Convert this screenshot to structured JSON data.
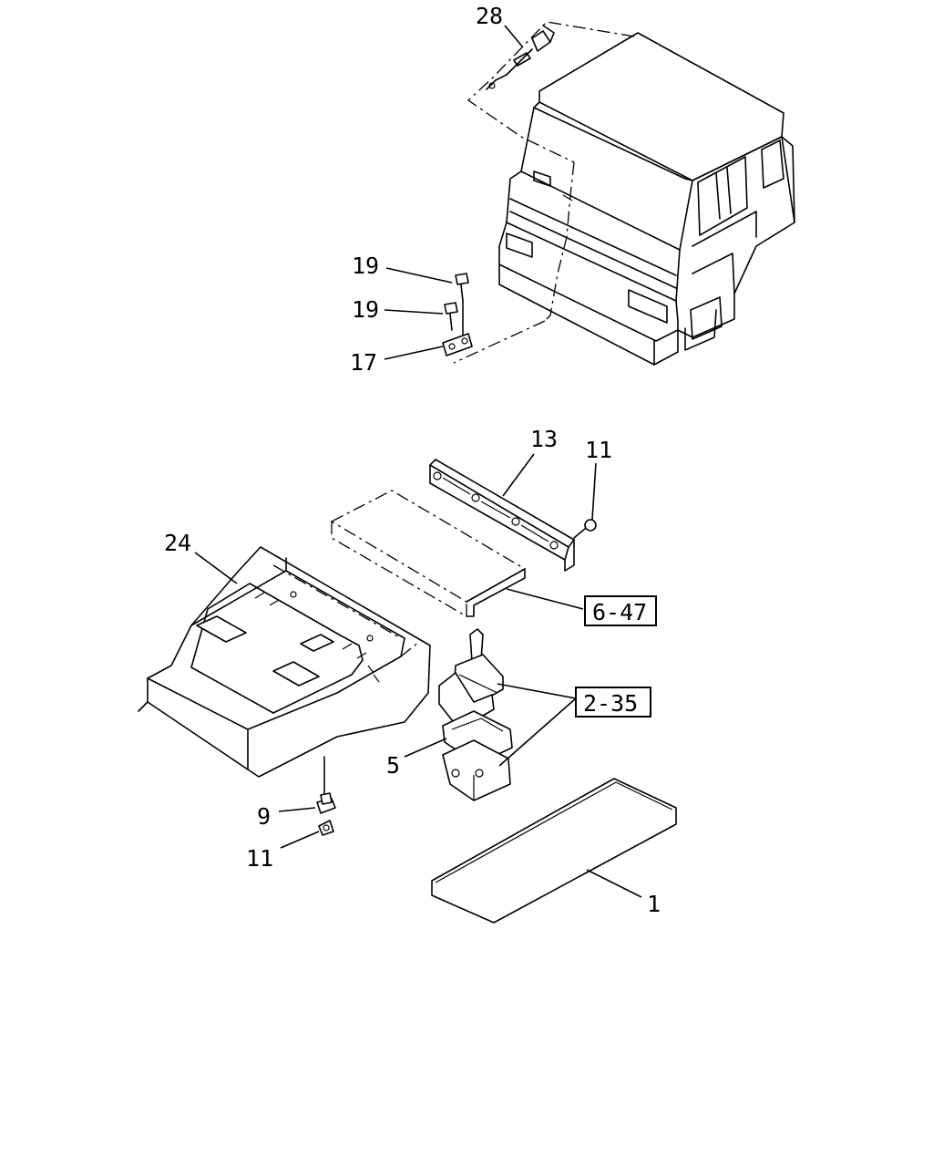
{
  "callouts": {
    "c28": "28",
    "c19a": "19",
    "c19b": "19",
    "c17": "17",
    "c13": "13",
    "c11a": "11",
    "c24": "24",
    "c647": "6-47",
    "c235": "2-35",
    "c5": "5",
    "c9": "9",
    "c11b": "11",
    "c1": "1"
  }
}
